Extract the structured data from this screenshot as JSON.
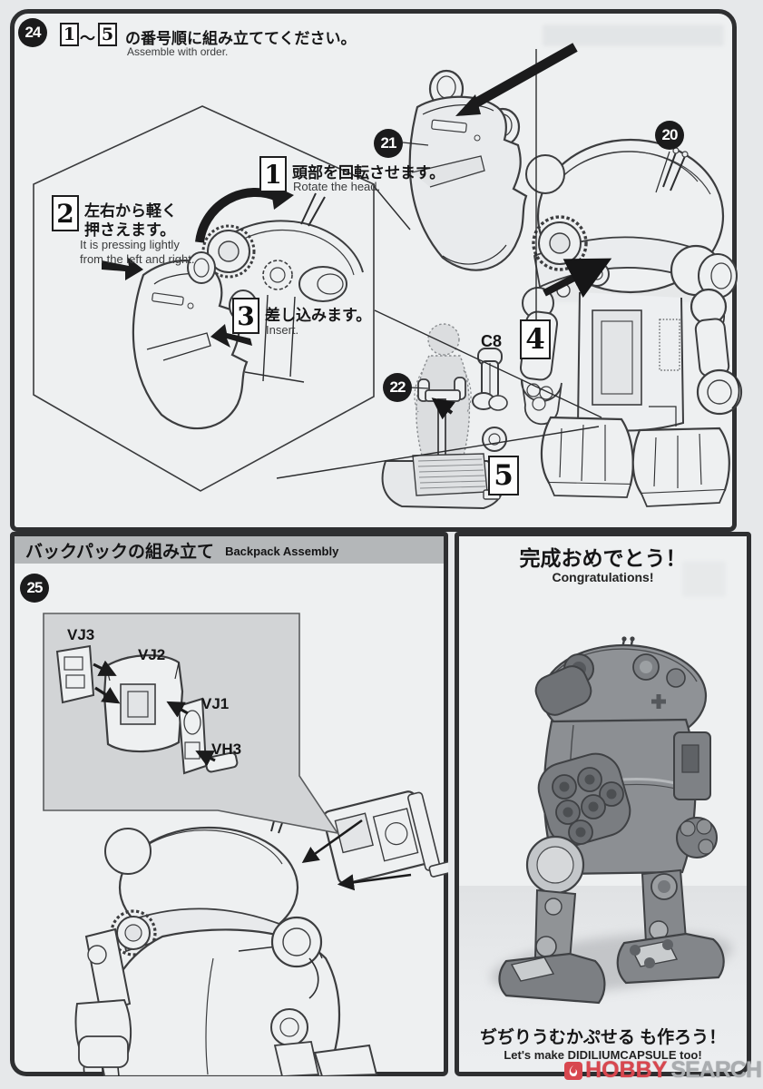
{
  "step24": {
    "badge": "24",
    "box_start": "1",
    "tilde": "～",
    "box_end": "5",
    "instr_jp": "の番号順に組み立ててください。",
    "instr_en": "Assemble with order.",
    "sub1_num": "1",
    "sub1_jp": "頭部を回転させます。",
    "sub1_en": "Rotate the head.",
    "sub2_num": "2",
    "sub2_jp1": "左右から軽く",
    "sub2_jp2": "押さえます。",
    "sub2_en1": "It is pressing lightly",
    "sub2_en2": "from the left and right.",
    "sub3_num": "3",
    "sub3_jp": "差し込みます。",
    "sub3_en": "Insert.",
    "callout20": "20",
    "callout21": "21",
    "callout22": "22",
    "part_c8": "C8",
    "order4": "4",
    "order5": "5"
  },
  "backpack": {
    "header_jp": "バックパックの組み立て",
    "header_en": "Backpack Assembly",
    "badge": "25",
    "vj3": "VJ3",
    "vj2": "VJ2",
    "vj1": "VJ1",
    "vh3": "VH3"
  },
  "congrats": {
    "title_jp": "完成おめでとう！",
    "title_en": "Congratulations!",
    "promo_jp": "ぢぢりうむかぷせる も作ろう！",
    "promo_en": "Let's make DIDILIUMCAPSULE too!"
  },
  "watermark": {
    "hobby": "HOBBY",
    "search": "SEARCH"
  },
  "colors": {
    "border": "#2e2f31",
    "panel_bg": "#eef0f1",
    "header_bar": "#b4b7b9",
    "bubble_bg": "#d2d4d6",
    "accent_red": "#d8474f",
    "dark_robot": "#8e9194"
  }
}
